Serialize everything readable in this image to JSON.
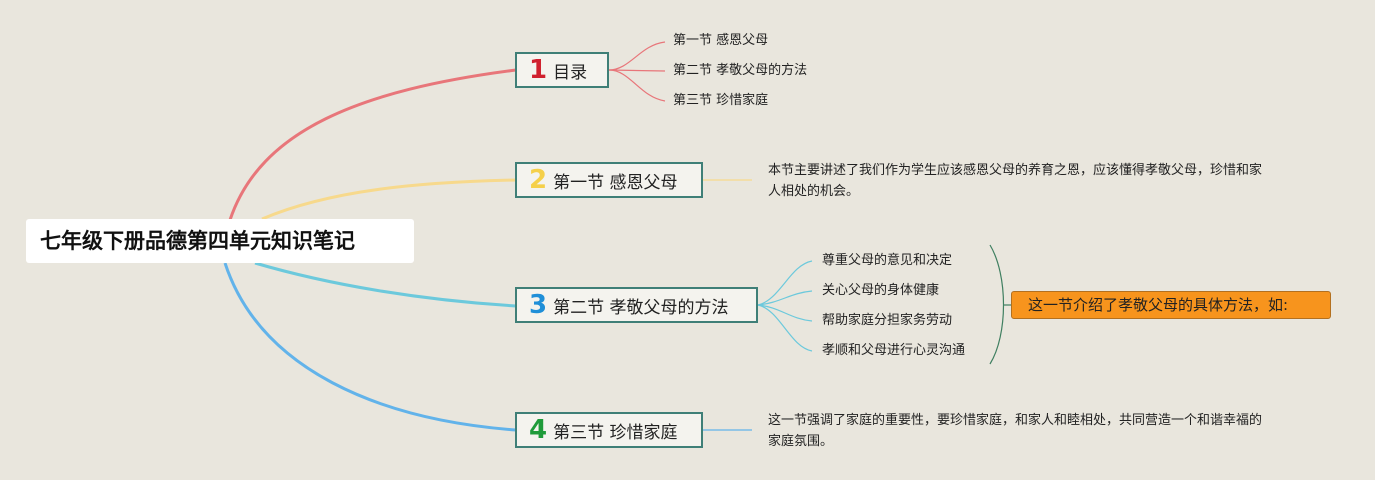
{
  "root": {
    "title": "七年级下册品德第四单元知识笔记"
  },
  "branches": [
    {
      "number": "1",
      "label": "目录",
      "color": "#e8767a",
      "number_color": "#d0202e",
      "leaves": [
        "第一节 感恩父母",
        "第二节 孝敬父母的方法",
        "第三节 珍惜家庭"
      ]
    },
    {
      "number": "2",
      "label": "第一节 感恩父母",
      "color": "#f7d98c",
      "number_color": "#f5d04a",
      "note": "本节主要讲述了我们作为学生应该感恩父母的养育之恩，应该懂得孝敬父母，珍惜和家人相处的机会。"
    },
    {
      "number": "3",
      "label": "第二节 孝敬父母的方法",
      "color": "#6cc9dc",
      "number_color": "#1f8fd8",
      "leaves": [
        "尊重父母的意见和决定",
        "关心父母的身体健康",
        "帮助家庭分担家务劳动",
        "孝顺和父母进行心灵沟通"
      ],
      "summary": "这一节介绍了孝敬父母的具体方法，如:",
      "summary_color": "#f7941d"
    },
    {
      "number": "4",
      "label": "第三节 珍惜家庭",
      "color": "#62b3ea",
      "number_color": "#1f9b3a",
      "note": "这一节强调了家庭的重要性，要珍惜家庭，和家人和睦相处，共同营造一个和谐幸福的家庭氛围。"
    }
  ]
}
